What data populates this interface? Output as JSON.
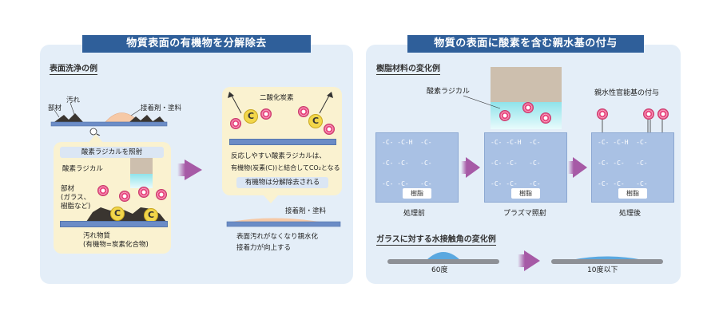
{
  "left": {
    "header": "物質表面の有機物を分解除去",
    "subtitle": "表面洗浄の例",
    "top_labels": {
      "material": "部材",
      "dirt": "汚れ",
      "adhesive": "接着剤・塗料"
    },
    "zoom_box": {
      "pill": "酸素ラジカルを照射",
      "radical": "酸素ラジカル",
      "material": "部材",
      "material_paren": "(ガラス、",
      "material_paren2": "樹脂など)",
      "dirt_line1": "汚れ物質",
      "dirt_line2": "(有機物=炭素化合物)"
    },
    "result_box": {
      "co2": "二酸化炭素",
      "text_line1": "反応しやすい酸素ラジカルは、",
      "text_line2": "有機物(炭素(C))と結合してCO₂となる",
      "pill": "有機物は分解除去される"
    },
    "after": {
      "adhesive": "接着剤・塗料",
      "line1": "表面汚れがなくなり親水化",
      "line2": "接着力が向上する"
    },
    "carbon_symbol": "C"
  },
  "right": {
    "header": "物質の表面に酸素を含む親水基の付与",
    "subtitle1": "樹脂材料の変化例",
    "radical_label": "酸素ラジカル",
    "hydrophilic_label": "親水性官能基の付与",
    "resins": [
      {
        "chem": "-C- -C-H  -C-\n\n-C- -C-   -C-\n\n-C- -C-   -C-",
        "tag": "樹脂",
        "caption": "処理前"
      },
      {
        "chem": "-C- -C-H  -C-\n\n-C- -C-   -C-\n\n-C- -C-   -C-",
        "tag": "樹脂",
        "caption": "プラズマ照射"
      },
      {
        "chem": "-C- -C-H  -C-\n\n-C- -C-   -C-\n\n-C- -C-   -C-",
        "tag": "樹脂",
        "caption": "処理後"
      }
    ],
    "subtitle2": "ガラスに対する水接触角の変化例",
    "angle_before": "60度",
    "angle_after": "10度以下"
  },
  "colors": {
    "header": "#2f5f9a",
    "panel": "#e4eef8",
    "radical": "#e8447d",
    "carbon": "#f2d64a",
    "resin": "#a9c1e4",
    "arrow": "#a65aa6"
  }
}
